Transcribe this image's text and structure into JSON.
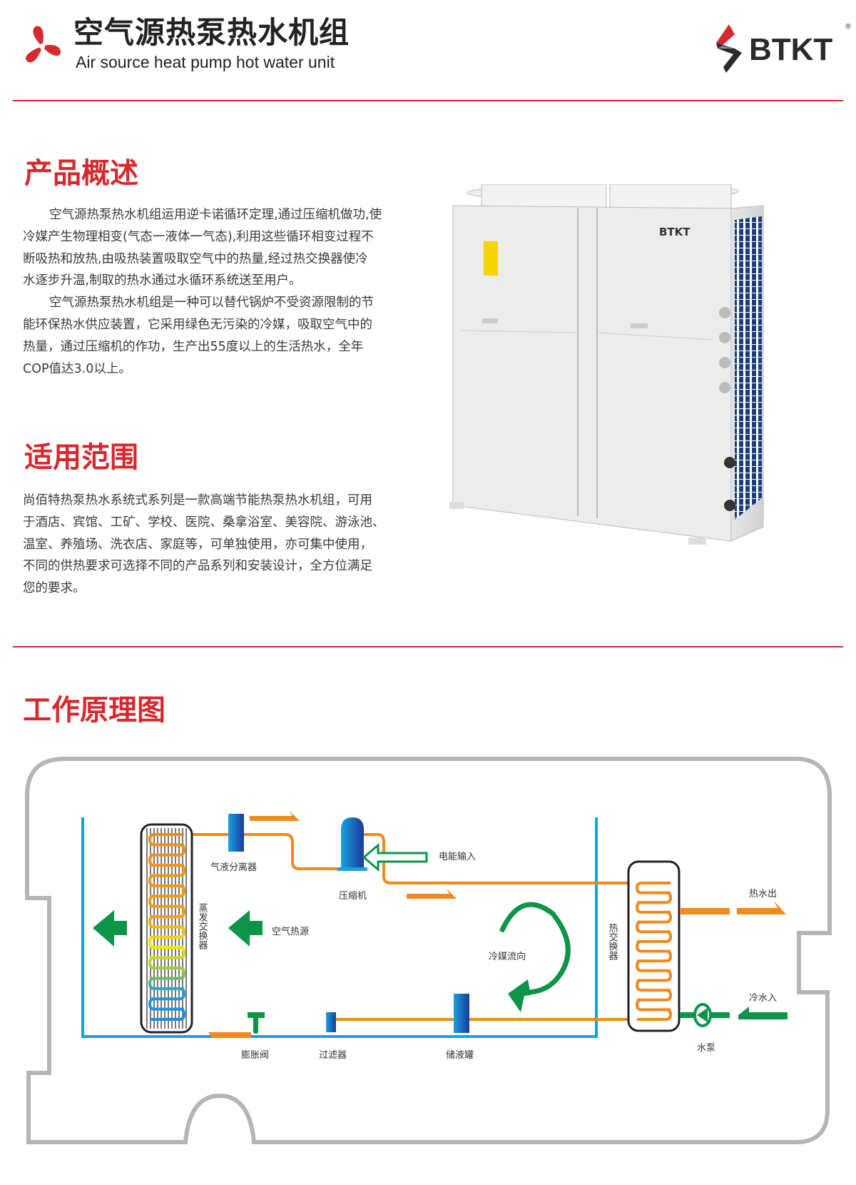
{
  "header": {
    "title_cn": "空气源热泵热水机组",
    "title_en": "Air source heat pump hot water unit",
    "brand": "BTKT",
    "brand_mark": "®"
  },
  "overview": {
    "heading": "产品概述",
    "lines": [
      "空气源热泵热水机组运用逆卡诺循环定理,通过压缩机做功,使",
      "冷媒产生物理相变(气态一液体一气态),利用这些循环相变过程不",
      "断吸热和放热,由吸热装置吸取空气中的热量,经过热交换器使冷",
      "水逐步升温,制取的热水通过水循环系统送至用户。",
      "空气源热泵热水机组是一种可以替代锅炉不受资源限制的节",
      "能环保热水供应装置，它采用绿色无污染的冷媒，吸取空气中的",
      "热量，通过压缩机的作功，生产出55度以上的生活热水，全年",
      "COP值达3.0以上。"
    ]
  },
  "scope": {
    "heading": "适用范围",
    "lines": [
      "尚佰特热泵热水系统式系列是一款高端节能热泵热水机组，可用",
      "于酒店、宾馆、工矿、学校、医院、桑拿浴室、美容院、游泳池、",
      "温室、养殖场、洗衣店、家庭等，可单独使用，亦可集中使用，",
      "不同的供热要求可选择不同的产品系列和安装设计，全方位满足",
      "您的要求。"
    ]
  },
  "product": {
    "brand": "BTKT"
  },
  "diagram": {
    "heading": "工作原理图",
    "labels": {
      "separator": "气液分离器",
      "compressor": "压缩机",
      "power_input": "电能输入",
      "evaporator": "蒸发交换器",
      "air_source": "空气热源",
      "refrigerant_flow": "冷媒流向",
      "heat_exchanger": "热交换器",
      "hot_water_out": "热水出",
      "cold_water_in": "冷水入",
      "pump": "水泵",
      "expansion_valve": "膨胀阀",
      "filter": "过滤器",
      "tank": "储液罐"
    }
  },
  "colors": {
    "accent_red": "#d7282e",
    "pipe_orange": "#f08a1e",
    "arrow_green": "#0c9447",
    "frame_blue": "#1aa0e0",
    "component_blue": "#1565c0"
  }
}
